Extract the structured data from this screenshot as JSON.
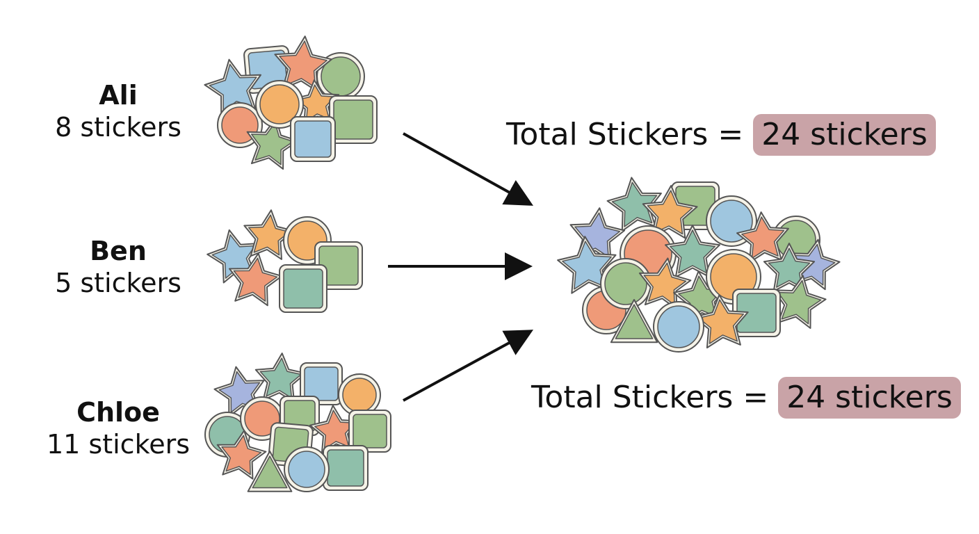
{
  "people": [
    {
      "id": "ali",
      "name": "Ali",
      "count_label": "8 stickers",
      "count": 8
    },
    {
      "id": "ben",
      "name": "Ben",
      "count_label": "5 stickers",
      "count": 5
    },
    {
      "id": "chloe",
      "name": "Chloe",
      "count_label": "11 stickers",
      "count": 11
    }
  ],
  "total": {
    "label": "Total Stickers =",
    "value_label": "24 stickers",
    "value": 24
  },
  "colors": {
    "blue": "#9fc6df",
    "orange": "#f3b169",
    "coral": "#ef9a78",
    "green": "#9fc18c",
    "teal": "#8fbfaa",
    "periwinkle": "#a6b4de",
    "outline_fill": "#f5f3e8",
    "outline_stroke": "#555555",
    "highlight": "#c9a3a7"
  }
}
